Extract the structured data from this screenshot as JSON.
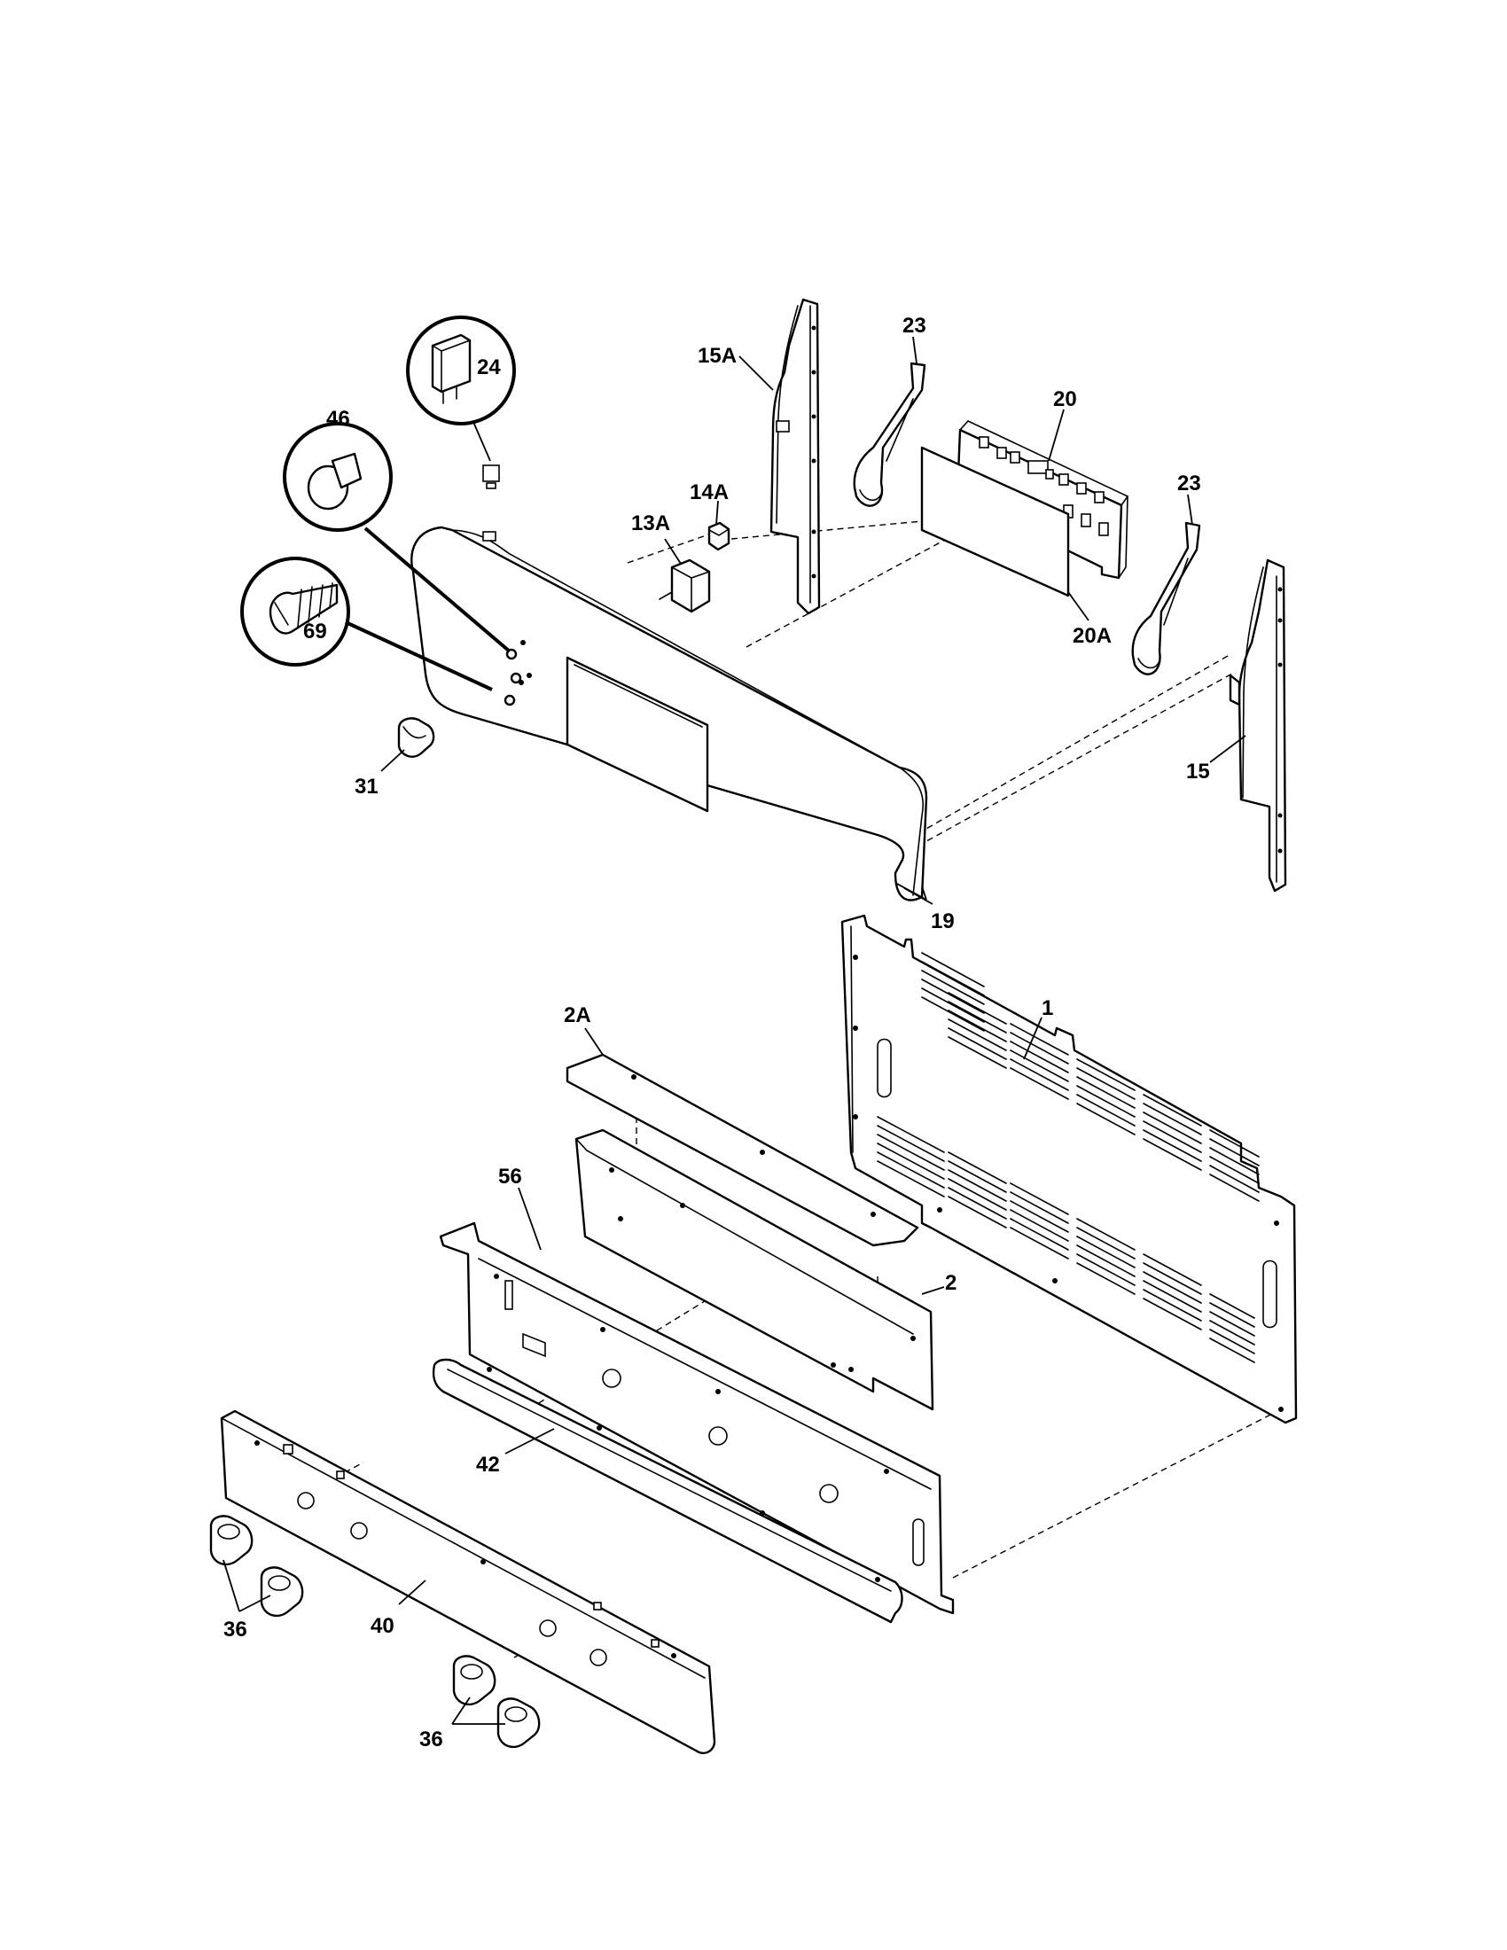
{
  "labels": {
    "p1": "1",
    "p2": "2",
    "p2a": "2A",
    "p13a": "13A",
    "p14a": "14A",
    "p15": "15",
    "p15a": "15A",
    "p19": "19",
    "p20": "20",
    "p20a": "20A",
    "p23_left": "23",
    "p23_right": "23",
    "p24": "24",
    "p31": "31",
    "p36_left": "36",
    "p36_right": "36",
    "p40": "40",
    "p42": "42",
    "p46": "46",
    "p56": "56",
    "p69": "69"
  }
}
